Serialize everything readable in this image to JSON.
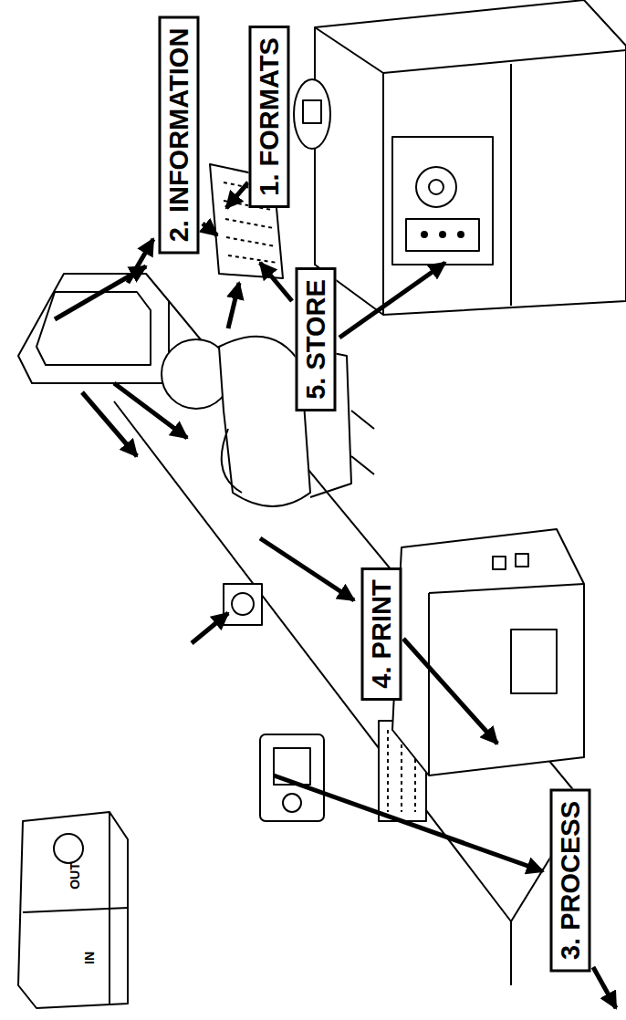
{
  "diagram": {
    "nodes": [
      {
        "text": [
          "1. FORMATS"
        ]
      },
      {
        "text": [
          "2. INFORMATION"
        ]
      },
      {
        "text": [
          "3. PROCESS"
        ]
      },
      {
        "text": [
          "4. PRINT"
        ]
      },
      {
        "text": [
          "5. STORE"
        ]
      }
    ],
    "labels": [
      "OUT",
      "IN"
    ]
  }
}
